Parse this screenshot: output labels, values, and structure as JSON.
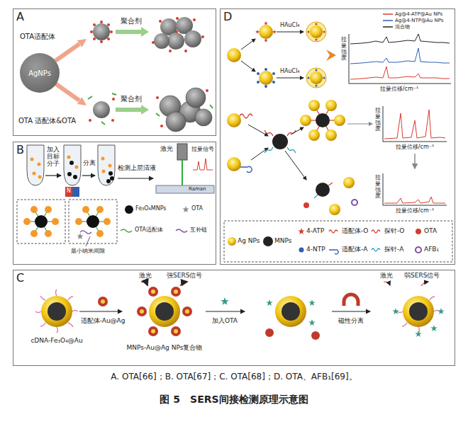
{
  "diagram": {
    "title": "图 5　SERS间接检测原理示意图",
    "caption": "A. OTA[66]；B. OTA[67]；C. OTA[68]；D. OTA、AFB₁[69]。",
    "nodes": [
      {
        "text": [
          "A"
        ]
      },
      {
        "text": [
          "AgNPs"
        ],
        "in": 0
      },
      {
        "text": [
          "B"
        ]
      },
      {
        "text": [
          "C"
        ]
      },
      {
        "text": [
          "D"
        ]
      }
    ],
    "labels": [
      "OTA适配体",
      "聚合剂",
      "OTA 适配体&OTA",
      "聚合剂",
      "加入目标分子",
      "分离",
      "检测上层清液",
      "激光",
      "拉曼信号",
      "Raman",
      "N",
      "最小纳米间隙",
      "HAuCl₄",
      "HAuCl₄",
      "拉曼强度",
      "拉曼位移/cm⁻¹",
      "拉曼强度",
      "拉曼位移/cm⁻¹",
      "拉曼强度",
      "拉曼位移/cm⁻¹",
      "激光",
      "强SERS信号",
      "cDNA-Fe₃O₄@Au",
      "适配体-Au@Ag",
      "MNPs-Au@Ag NPs复合物",
      "加入OTA",
      "磁性分离",
      "激光",
      "弱SERS信号"
    ],
    "legend": [
      {
        "text": "Fe₃O₄MNPs"
      },
      {
        "text": "OTA"
      },
      {
        "text": "OTA适配体"
      },
      {
        "text": "互补链"
      },
      {
        "text": "Ag@4-ATP@Au NPs"
      },
      {
        "text": "Ag@4-NTP@Au NPs"
      },
      {
        "text": "混合物"
      },
      {
        "text": "Ag NPs"
      },
      {
        "text": "MNPs"
      },
      {
        "text": "4-ATP"
      },
      {
        "text": "4-NTP"
      },
      {
        "text": "适配体-O"
      },
      {
        "text": "适配体-A"
      },
      {
        "text": "探针-O"
      },
      {
        "text": "探针-A"
      },
      {
        "text": "OTA"
      },
      {
        "text": "AFB₁"
      }
    ]
  }
}
